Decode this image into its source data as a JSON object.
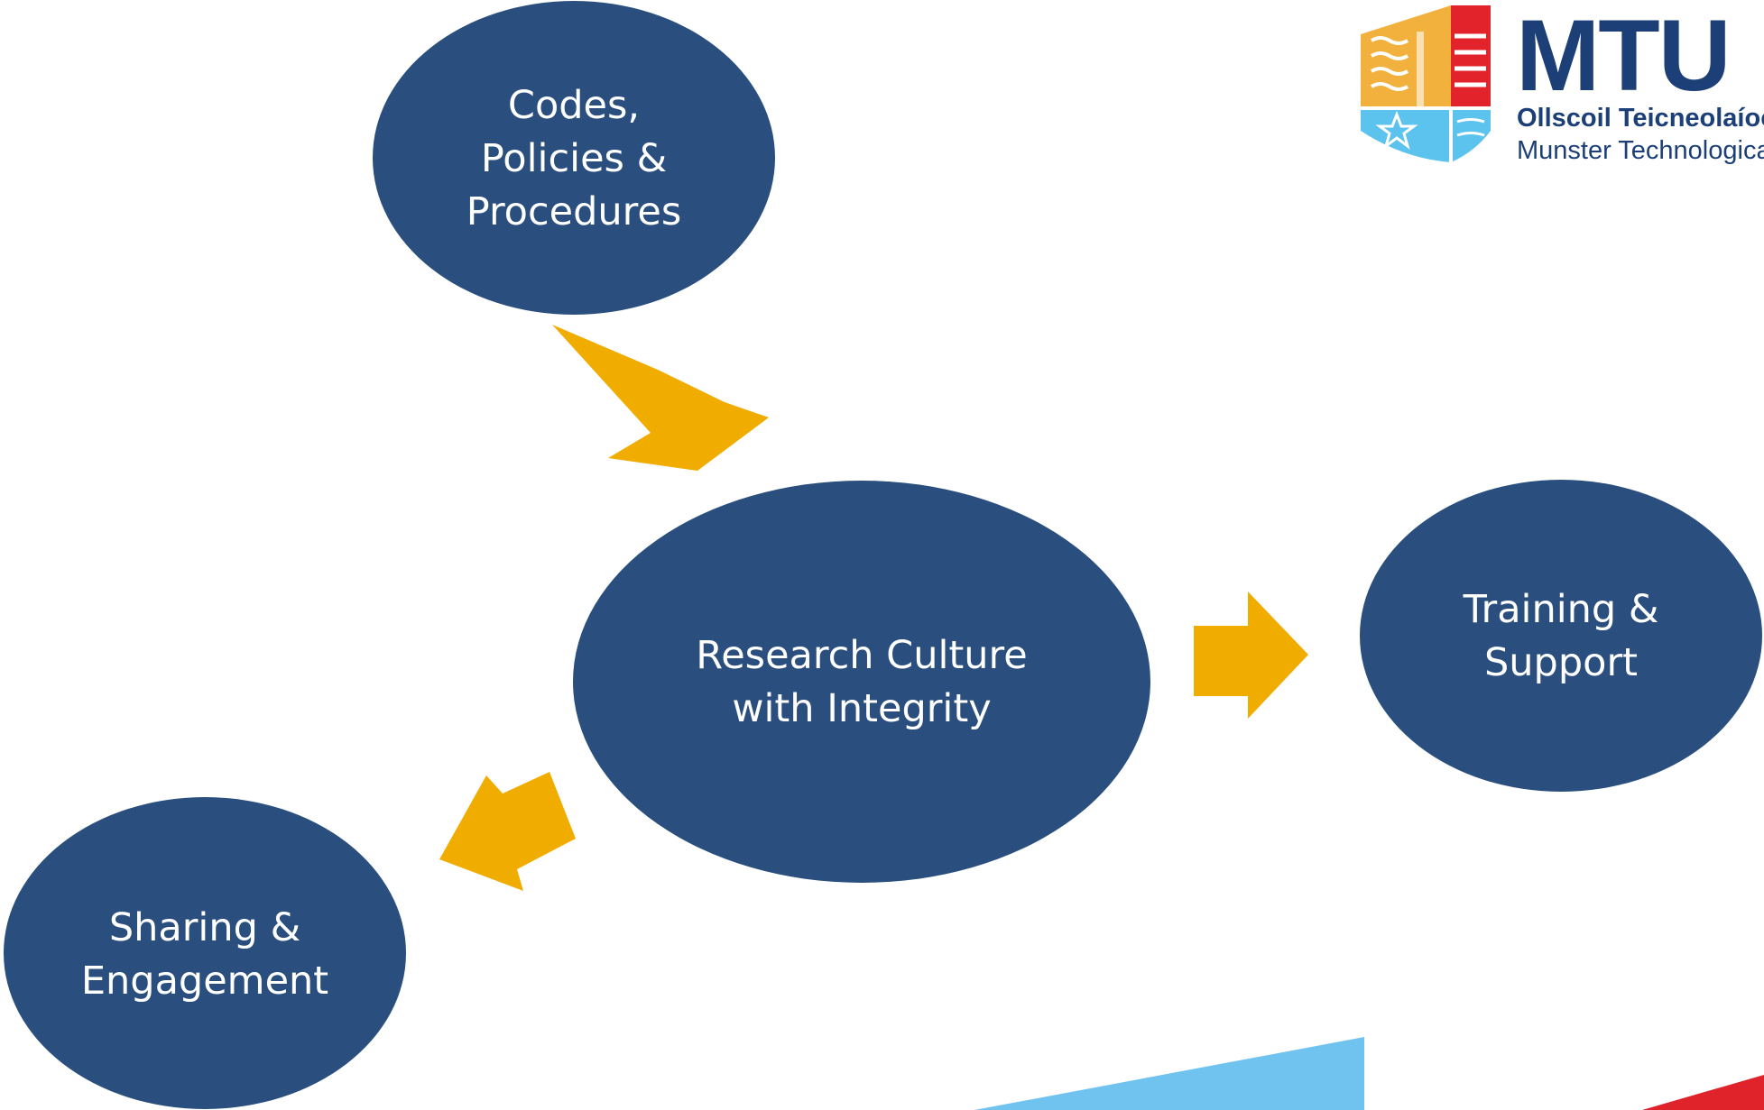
{
  "colors": {
    "node_fill": "#2a4f7e",
    "arrow_fill": "#f0ad00",
    "logo_blue": "#1d3f77",
    "logo_yellow": "#f2b13c",
    "logo_red": "#e2232b",
    "logo_light_blue": "#5cc2ee",
    "ribbon_blue": "#6fc3ee",
    "ribbon_red": "#e0232b"
  },
  "nodes": {
    "center": {
      "lines": [
        "Research Culture",
        "with Integrity"
      ]
    },
    "top": {
      "lines": [
        "Codes,",
        "Policies &",
        "Procedures"
      ]
    },
    "right": {
      "lines": [
        "Training &",
        "Support"
      ]
    },
    "left": {
      "lines": [
        "Sharing &",
        "Engagement"
      ]
    }
  },
  "logo": {
    "name": "MTU",
    "line1": "Ollscoil Teicneolaíocht",
    "line2": "Munster Technological"
  }
}
